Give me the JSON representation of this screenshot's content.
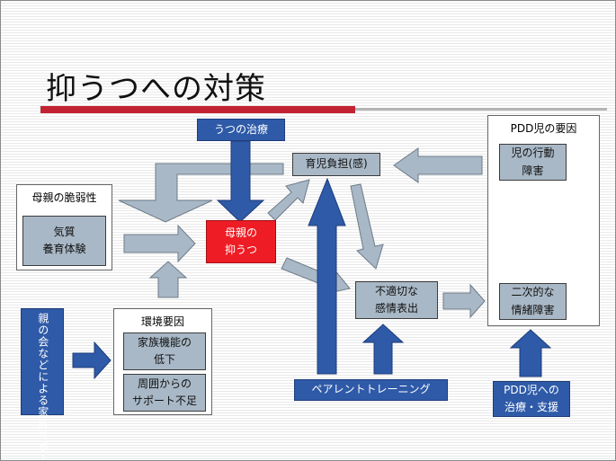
{
  "title": "抑うつへの対策",
  "nodes": {
    "depression_treatment": "うつの治療",
    "parenting_burden": "育児負担(感)",
    "maternal_vulnerability": {
      "header": "母親の脆弱性",
      "line1": "気質",
      "line2": "養育体験"
    },
    "maternal_depression": {
      "line1": "母親の",
      "line2": "抑うつ"
    },
    "environment": {
      "header": "環境要因",
      "item1_line1": "家族機能の",
      "item1_line2": "低下",
      "item2_line1": "周囲からの",
      "item2_line2": "サポート不足"
    },
    "family_support": "親の会などによる家族サポート",
    "inappropriate_emotion": {
      "line1": "不適切な",
      "line2": "感情表出"
    },
    "parent_training": "ペアレントトレーニング",
    "pdd_factors": {
      "header": "PDD児の要因",
      "item1_line1": "児の行動",
      "item1_line2": "障害",
      "item2_line1": "二次的な",
      "item2_line2": "情緒障害"
    },
    "pdd_treatment": {
      "line1": "PDD児への",
      "line2": "治療・支援"
    }
  },
  "colors": {
    "accent_red": "#c22332",
    "blue": "#2e5aa8",
    "grey": "#a9b8c6",
    "red": "#ee1c24"
  }
}
